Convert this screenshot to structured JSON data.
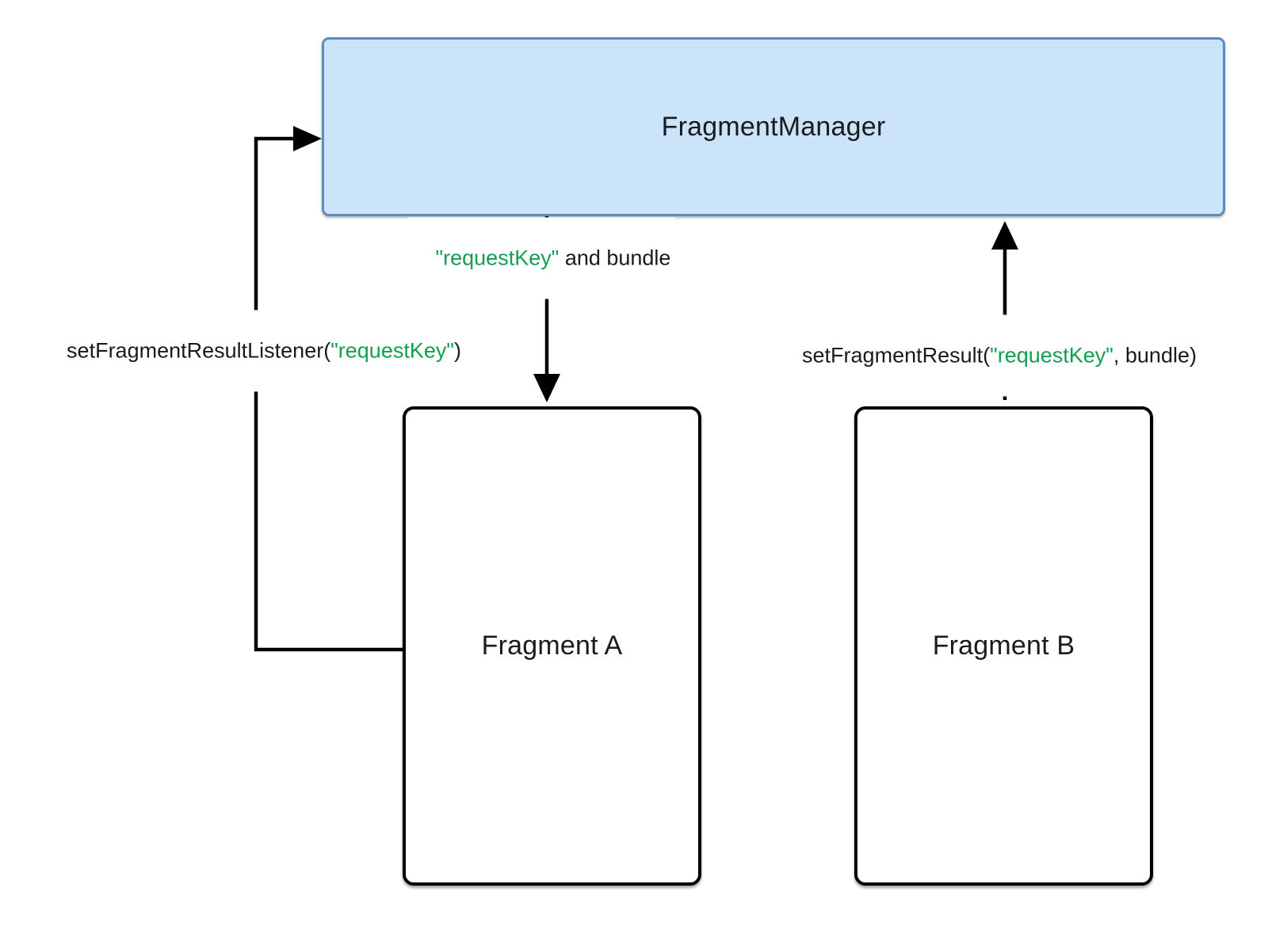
{
  "colors": {
    "background": "#ffffff",
    "accent_green": "#149e52",
    "manager_fill": "#cbe4fa",
    "manager_border": "#5e8cba",
    "fragment_fill": "#ffffff",
    "fragment_border": "#000000",
    "line": "#000000",
    "text": "#1b1b1b"
  },
  "boxes": {
    "fragment_manager": {
      "label": "FragmentManager"
    },
    "fragment_a": {
      "label": "Fragment A"
    },
    "fragment_b": {
      "label": "Fragment B"
    }
  },
  "labels": {
    "request_key_and_bundle": {
      "key": "\"requestKey\"",
      "rest": " and bundle"
    },
    "set_fragment_result_listener": {
      "pre": "setFragmentResultListener(",
      "key": "\"requestKey\"",
      "post": ")"
    },
    "set_fragment_result": {
      "pre": "setFragmentResult(",
      "key": "\"requestKey\"",
      "post": ", bundle)"
    }
  }
}
